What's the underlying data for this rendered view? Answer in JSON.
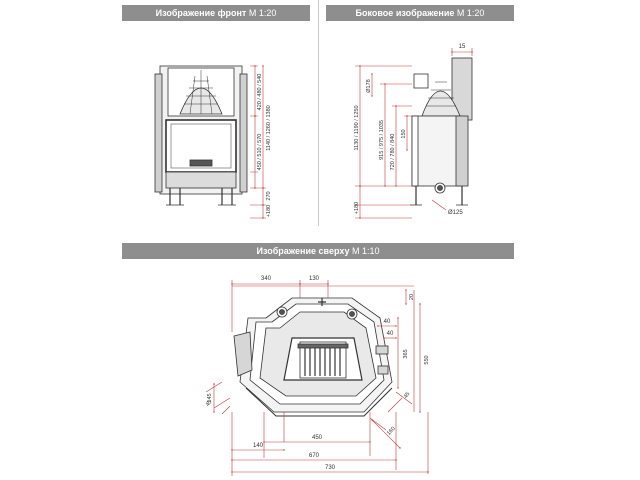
{
  "headers": {
    "front": {
      "title": "Изображение фронт",
      "scale": "М 1:20"
    },
    "side": {
      "title": "Боковое изображение",
      "scale": "М 1:20"
    },
    "top": {
      "title": "Изображение сверху",
      "scale": "М 1:10"
    }
  },
  "front": {
    "dim_top": "420 / 480 / 540",
    "dim_mid": "450 / 510 / 570",
    "dim_total": "1140 / 1260 / 1380",
    "dim_base": "270",
    "dim_leg": "+180"
  },
  "side": {
    "dim_flue_gap": "15",
    "dim_flue_dia": "Ø178",
    "dim_total": "1130 / 1190 / 1250",
    "dim_a": "915 / 975 / 1035",
    "dim_b": "720 / 780 / 840",
    "dim_c": "150",
    "dim_leg": "+180",
    "dim_inlet": "Ø125"
  },
  "top": {
    "dim_340": "340",
    "dim_130": "130",
    "dim_40a": "40",
    "dim_40b": "40",
    "dim_20": "20",
    "dim_365": "365",
    "dim_550": "550",
    "dim_45a": "45",
    "dim_45b": "45",
    "dim_145": "145",
    "dim_140": "140",
    "dim_450": "450",
    "dim_670": "670",
    "dim_730": "730",
    "dim_160": "160"
  }
}
